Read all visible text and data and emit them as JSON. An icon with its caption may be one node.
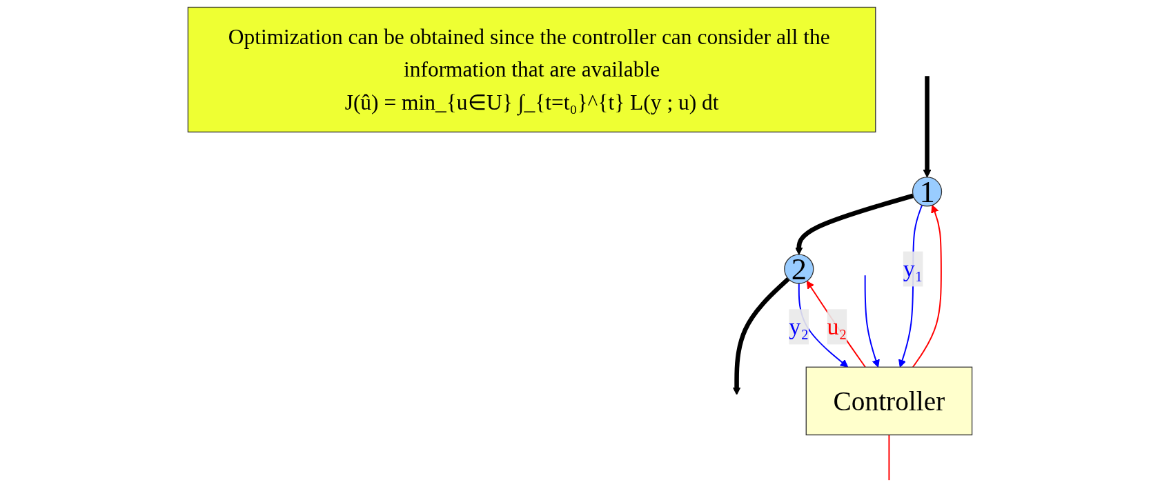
{
  "diagram": {
    "nodes": [
      {
        "text": [
          "1"
        ]
      },
      {
        "text": [
          "2"
        ]
      },
      {
        "text": [
          "Controller"
        ]
      },
      {
        "text": [
          "Optimization can be obtained since the controller can consider all the information that are available",
          "J(û) = min_{u∈U} ∫_{t=t₀}^{t} L(y ; u) dt"
        ]
      }
    ],
    "edges": [
      {
        "from": 0,
        "to": 1,
        "arrow": "to",
        "style": "thick",
        "color": "#000000"
      },
      {
        "from": 1,
        "to": null,
        "arrow": "to",
        "style": "thick",
        "color": "#000000"
      },
      {
        "from": null,
        "to": 0,
        "arrow": "to",
        "style": "thick",
        "color": "#000000"
      },
      {
        "from": 2,
        "to": 0,
        "arrow": "to",
        "color": "#ff0000"
      },
      {
        "from": 0,
        "to": 2,
        "arrow": "to",
        "label": "y₁",
        "color": "#0000ff"
      },
      {
        "from": 2,
        "to": 1,
        "arrow": "to",
        "label": "u₂",
        "color": "#ff0000"
      },
      {
        "from": 1,
        "to": 2,
        "arrow": "to",
        "label": "y₂",
        "color": "#0000ff"
      },
      {
        "from": null,
        "to": 2,
        "arrow": "to",
        "color": "#0000ff"
      },
      {
        "from": 2,
        "to": null,
        "arrow": "none",
        "color": "#ff0000"
      }
    ]
  }
}
